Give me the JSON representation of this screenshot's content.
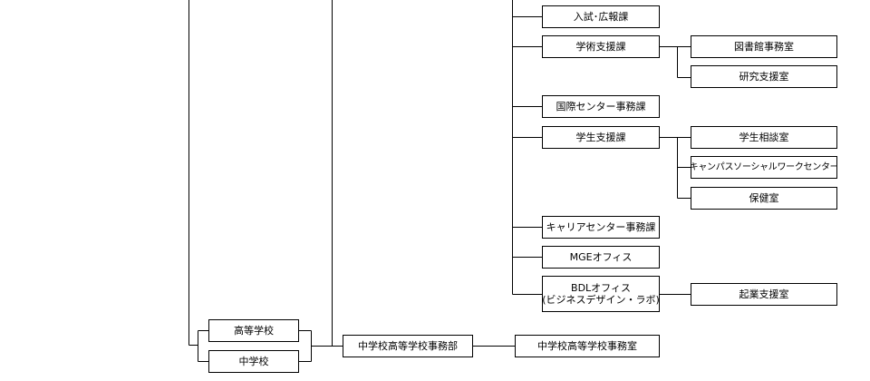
{
  "offices": {
    "admissions": "入試･広報課",
    "academic_support": "学術支援課",
    "library": "図書館事務室",
    "research_support": "研究支援室",
    "international": "国際センター事務課",
    "student_support": "学生支援課",
    "counseling": "学生相談室",
    "social_work": "キャンパスソーシャルワークセンター",
    "health": "保健室",
    "career": "キャリアセンター事務課",
    "mge": "MGEオフィス",
    "bdl_line1": "BDLオフィス",
    "bdl_line2": "(ビジネスデザイン・ラボ)",
    "entrepreneurship": "起業支援室",
    "high_school": "高等学校",
    "junior_high": "中学校",
    "school_dept": "中学校高等学校事務部",
    "school_office": "中学校高等学校事務室"
  }
}
